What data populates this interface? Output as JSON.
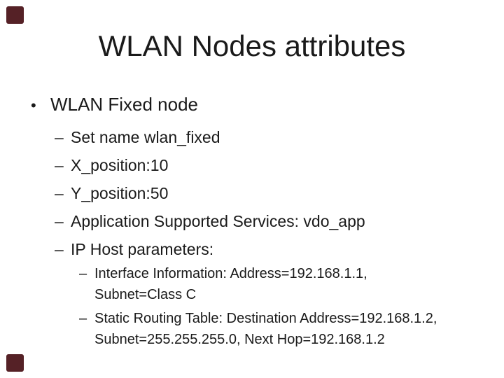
{
  "slide": {
    "title": "WLAN Nodes attributes",
    "bullet_marker": "•",
    "dash_marker": "–",
    "level1": {
      "text": "WLAN Fixed node"
    },
    "level2_items": [
      "Set name wlan_fixed",
      "X_position:10",
      "Y_position:50",
      "Application Supported Services: vdo_app",
      "IP Host parameters:"
    ],
    "level3_items": [
      {
        "lines": [
          "Interface Information: Address=192.168.1.1,",
          "Subnet=Class C"
        ]
      },
      {
        "lines": [
          "Static Routing Table: Destination Address=192.168.1.2,",
          "Subnet=255.255.255.0, Next Hop=192.168.1.2"
        ]
      }
    ],
    "colors": {
      "background": "#ffffff",
      "text": "#1a1a1a",
      "corner_accent": "#552126"
    }
  }
}
